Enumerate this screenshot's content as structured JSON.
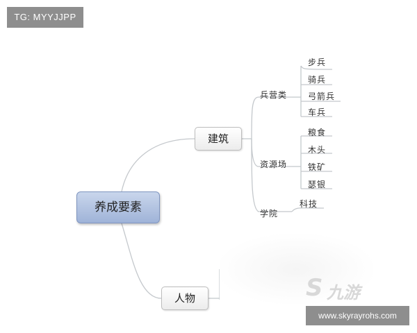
{
  "header": {
    "tag": "TG: MYYJJPP"
  },
  "footer": {
    "url": "www.skyrayrohs.com"
  },
  "watermark": {
    "symbol": "S",
    "text": "九游"
  },
  "mindmap": {
    "root": "养成要素",
    "branches": {
      "jianzhu": {
        "label": "建筑",
        "groups": {
          "bingying": {
            "label": "兵营类",
            "items": [
              "步兵",
              "骑兵",
              "弓箭兵",
              "车兵"
            ]
          },
          "ziyuan": {
            "label": "资源场",
            "items": [
              "粮食",
              "木头",
              "铁矿",
              "瑟银"
            ]
          },
          "xueyuan": {
            "label": "学院",
            "items": [
              "科技"
            ]
          }
        }
      },
      "renwu": {
        "label": "人物"
      }
    }
  },
  "colors": {
    "line": "#c4c8cc",
    "root_fill": "#aebfe0",
    "badge": "#8e8e8e"
  }
}
